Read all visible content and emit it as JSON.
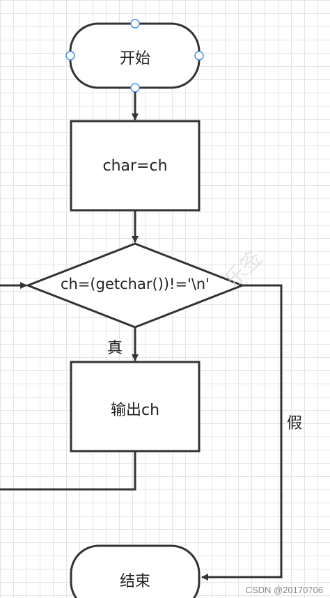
{
  "diagram": {
    "start": "开始",
    "assign": "char=ch",
    "condition": "ch=(getchar())!='\\n'",
    "true_label": "真",
    "output": "输出ch",
    "false_label": "假",
    "end": "结束"
  },
  "watermark": "乐签",
  "credit": "CSDN @20170706",
  "colors": {
    "stroke": "#333333",
    "grid": "#e4e4e4",
    "handle": "#4a90e2"
  }
}
